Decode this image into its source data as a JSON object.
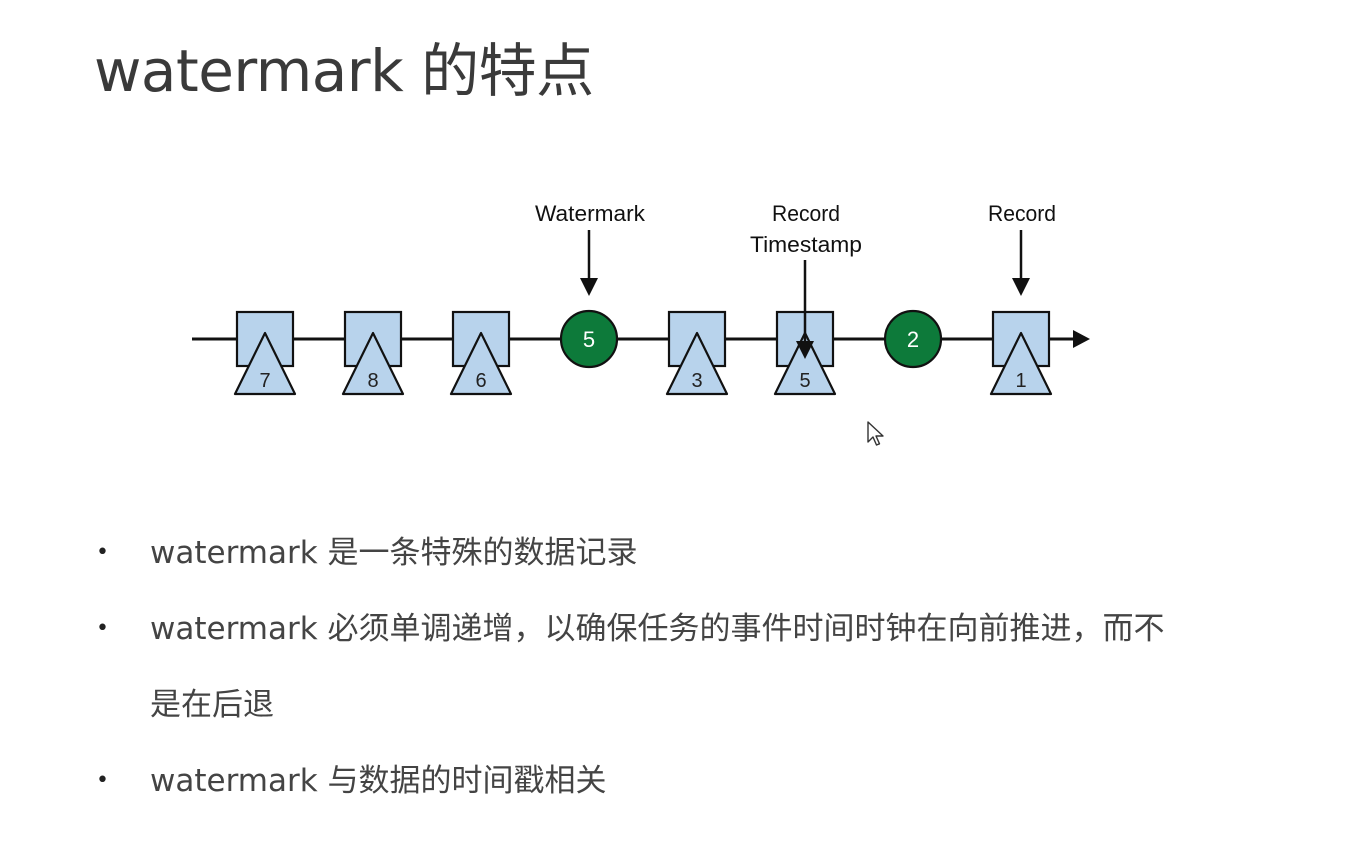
{
  "title": "watermark 的特点",
  "diagram": {
    "labels": {
      "watermark": "Watermark",
      "record_timestamp_line1": "Record",
      "record_timestamp_line2": "Timestamp",
      "record": "Record"
    },
    "stream": [
      {
        "kind": "record",
        "timestamp": "7"
      },
      {
        "kind": "record",
        "timestamp": "8"
      },
      {
        "kind": "record",
        "timestamp": "6"
      },
      {
        "kind": "watermark",
        "timestamp": "5"
      },
      {
        "kind": "record",
        "timestamp": "3"
      },
      {
        "kind": "record",
        "timestamp": "5"
      },
      {
        "kind": "watermark",
        "timestamp": "2"
      },
      {
        "kind": "record",
        "timestamp": "1"
      }
    ],
    "colors": {
      "record_fill": "#b8d3ec",
      "watermark_fill": "#0d7a3a",
      "stroke": "#111111"
    }
  },
  "bullets": [
    {
      "line1": "watermark 是一条特殊的数据记录"
    },
    {
      "line1": "watermark 必须单调递增，以确保任务的事件时间时钟在向前推进，而不",
      "line2": "是在后退"
    },
    {
      "line1": "watermark 与数据的时间戳相关"
    }
  ],
  "bullet_glyph": "•"
}
